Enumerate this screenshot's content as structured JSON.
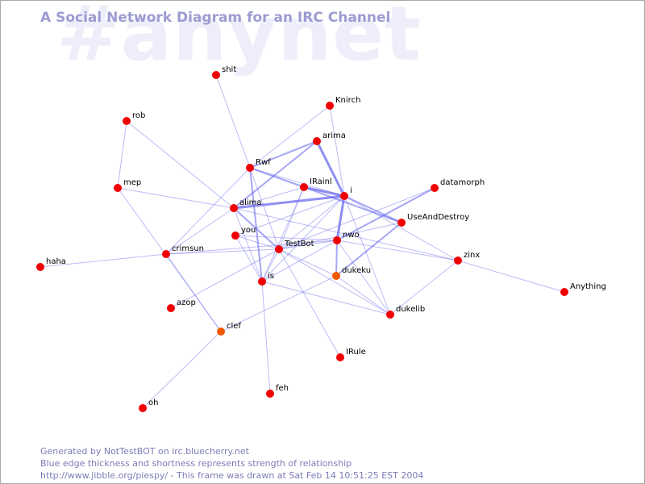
{
  "watermark": "#anynet",
  "title": "A Social Network Diagram for an IRC Channel",
  "footer": {
    "line1": "Generated by NotTestBOT on irc.bluecherry.net",
    "line2": "Blue edge thickness and shortness represents strength of relationship",
    "line3": "http://www.jibble.org/piespy/ - This frame was drawn at Sat Feb 14 10:51:25 EST 2004"
  },
  "colors": {
    "background": "#ffffff",
    "border": "#a8a8a8",
    "title": "#9c9cd2",
    "watermark": "#eeeefa",
    "footer": "#7c7cb8",
    "edge": "#6a6aee",
    "node_active": "#f00000",
    "node_recent": "#f25a00"
  },
  "nodes": [
    {
      "id": "shit",
      "label": "shit",
      "state": "active"
    },
    {
      "id": "knirch",
      "label": "Knirch",
      "state": "active"
    },
    {
      "id": "rob",
      "label": "rob",
      "state": "active"
    },
    {
      "id": "arima",
      "label": "arima",
      "state": "active"
    },
    {
      "id": "rwf",
      "label": "Rwf",
      "state": "active"
    },
    {
      "id": "irainl",
      "label": "IRainl",
      "state": "active"
    },
    {
      "id": "i",
      "label": "i",
      "state": "active"
    },
    {
      "id": "datamorph",
      "label": "datamorph",
      "state": "active"
    },
    {
      "id": "mep",
      "label": "mep",
      "state": "active"
    },
    {
      "id": "alima",
      "label": "alima",
      "state": "active"
    },
    {
      "id": "useanddestroy",
      "label": "UseAndDestroy",
      "state": "active"
    },
    {
      "id": "you",
      "label": "you",
      "state": "active"
    },
    {
      "id": "nwo",
      "label": "nwo",
      "state": "active"
    },
    {
      "id": "testbot",
      "label": "TestBot",
      "state": "active"
    },
    {
      "id": "crimsun",
      "label": "crimsun",
      "state": "active"
    },
    {
      "id": "zinx",
      "label": "zinx",
      "state": "active"
    },
    {
      "id": "haha",
      "label": "haha",
      "state": "active"
    },
    {
      "id": "dukeku",
      "label": "dukeku",
      "state": "recent"
    },
    {
      "id": "is",
      "label": "is",
      "state": "active"
    },
    {
      "id": "anything",
      "label": "Anything",
      "state": "active"
    },
    {
      "id": "azop",
      "label": "azop",
      "state": "active"
    },
    {
      "id": "dukelib",
      "label": "dukelib",
      "state": "active"
    },
    {
      "id": "clef",
      "label": "clef",
      "state": "recent"
    },
    {
      "id": "irule",
      "label": "IRule",
      "state": "active"
    },
    {
      "id": "feh",
      "label": "feh",
      "state": "active"
    },
    {
      "id": "oh",
      "label": "oh",
      "state": "active"
    }
  ],
  "edges": [
    {
      "source": "shit",
      "target": "rwf",
      "weight": 1
    },
    {
      "source": "rob",
      "target": "mep",
      "weight": 1
    },
    {
      "source": "rob",
      "target": "alima",
      "weight": 1
    },
    {
      "source": "knirch",
      "target": "rwf",
      "weight": 1
    },
    {
      "source": "knirch",
      "target": "i",
      "weight": 1
    },
    {
      "source": "arima",
      "target": "rwf",
      "weight": 2
    },
    {
      "source": "arima",
      "target": "i",
      "weight": 3
    },
    {
      "source": "arima",
      "target": "alima",
      "weight": 2
    },
    {
      "source": "rwf",
      "target": "irainl",
      "weight": 2
    },
    {
      "source": "rwf",
      "target": "i",
      "weight": 1
    },
    {
      "source": "rwf",
      "target": "testbot",
      "weight": 1
    },
    {
      "source": "rwf",
      "target": "is",
      "weight": 2
    },
    {
      "source": "rwf",
      "target": "crimsun",
      "weight": 1
    },
    {
      "source": "irainl",
      "target": "i",
      "weight": 3
    },
    {
      "source": "irainl",
      "target": "useanddestroy",
      "weight": 2
    },
    {
      "source": "irainl",
      "target": "alima",
      "weight": 1
    },
    {
      "source": "irainl",
      "target": "testbot",
      "weight": 1
    },
    {
      "source": "irainl",
      "target": "is",
      "weight": 1
    },
    {
      "source": "i",
      "target": "alima",
      "weight": 3
    },
    {
      "source": "i",
      "target": "nwo",
      "weight": 3
    },
    {
      "source": "i",
      "target": "useanddestroy",
      "weight": 2
    },
    {
      "source": "i",
      "target": "testbot",
      "weight": 1
    },
    {
      "source": "i",
      "target": "you",
      "weight": 1
    },
    {
      "source": "i",
      "target": "dukelib",
      "weight": 1
    },
    {
      "source": "i",
      "target": "zinx",
      "weight": 1
    },
    {
      "source": "i",
      "target": "is",
      "weight": 1
    },
    {
      "source": "datamorph",
      "target": "nwo",
      "weight": 2
    },
    {
      "source": "datamorph",
      "target": "testbot",
      "weight": 1
    },
    {
      "source": "useanddestroy",
      "target": "dukeku",
      "weight": 2
    },
    {
      "source": "useanddestroy",
      "target": "testbot",
      "weight": 1
    },
    {
      "source": "mep",
      "target": "alima",
      "weight": 1
    },
    {
      "source": "mep",
      "target": "clef",
      "weight": 1
    },
    {
      "source": "alima",
      "target": "testbot",
      "weight": 2
    },
    {
      "source": "alima",
      "target": "is",
      "weight": 1
    },
    {
      "source": "alima",
      "target": "crimsun",
      "weight": 1
    },
    {
      "source": "alima",
      "target": "zinx",
      "weight": 1
    },
    {
      "source": "you",
      "target": "testbot",
      "weight": 1
    },
    {
      "source": "you",
      "target": "is",
      "weight": 1
    },
    {
      "source": "you",
      "target": "nwo",
      "weight": 1
    },
    {
      "source": "nwo",
      "target": "testbot",
      "weight": 1
    },
    {
      "source": "nwo",
      "target": "is",
      "weight": 1
    },
    {
      "source": "nwo",
      "target": "dukeku",
      "weight": 2
    },
    {
      "source": "nwo",
      "target": "dukelib",
      "weight": 1
    },
    {
      "source": "nwo",
      "target": "crimsun",
      "weight": 1
    },
    {
      "source": "nwo",
      "target": "zinx",
      "weight": 1
    },
    {
      "source": "testbot",
      "target": "crimsun",
      "weight": 1
    },
    {
      "source": "testbot",
      "target": "is",
      "weight": 1
    },
    {
      "source": "testbot",
      "target": "irule",
      "weight": 1
    },
    {
      "source": "testbot",
      "target": "dukeku",
      "weight": 1
    },
    {
      "source": "testbot",
      "target": "dukelib",
      "weight": 1
    },
    {
      "source": "testbot",
      "target": "azop",
      "weight": 1
    },
    {
      "source": "is",
      "target": "dukelib",
      "weight": 1
    },
    {
      "source": "is",
      "target": "feh",
      "weight": 1
    },
    {
      "source": "crimsun",
      "target": "haha",
      "weight": 1
    },
    {
      "source": "crimsun",
      "target": "clef",
      "weight": 1
    },
    {
      "source": "dukeku",
      "target": "dukelib",
      "weight": 1
    },
    {
      "source": "dukeku",
      "target": "clef",
      "weight": 1
    },
    {
      "source": "zinx",
      "target": "anything",
      "weight": 1
    },
    {
      "source": "zinx",
      "target": "dukelib",
      "weight": 1
    },
    {
      "source": "clef",
      "target": "oh",
      "weight": 1
    }
  ]
}
